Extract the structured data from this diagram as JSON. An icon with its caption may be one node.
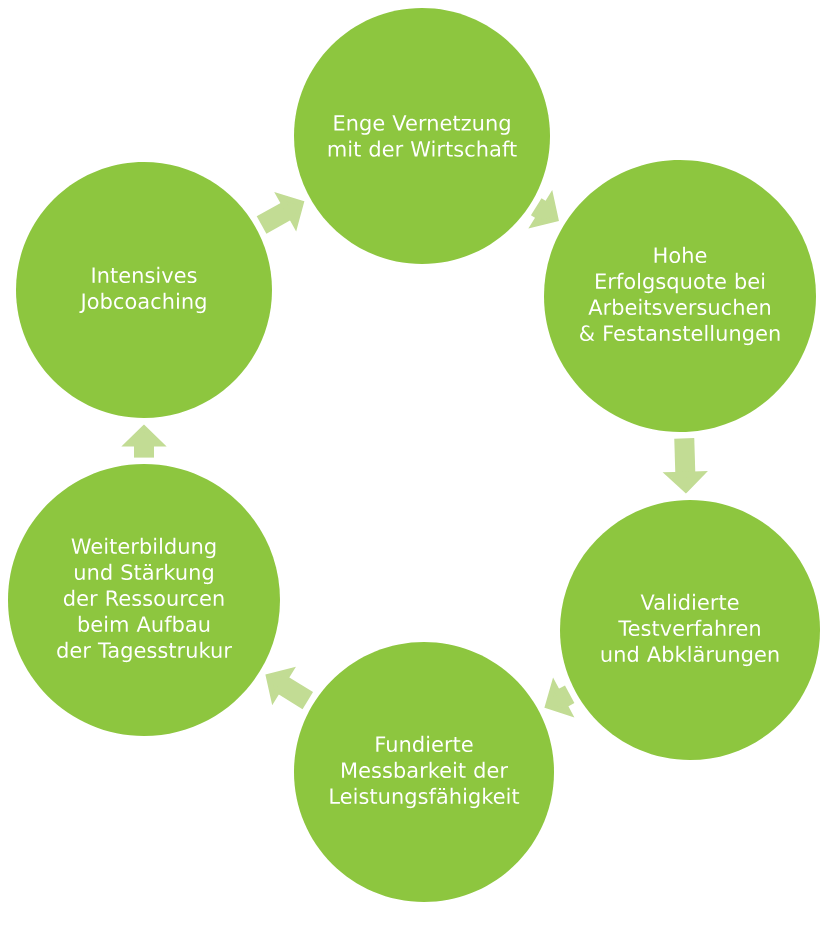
{
  "diagram": {
    "nodes": [
      {
        "text": [
          "Enge Vernetzung mit der Wirtschaft"
        ]
      },
      {
        "text": [
          "Hohe Erfolgsquote bei Arbeitsversuchen & Festanstellungen"
        ]
      },
      {
        "text": [
          "Validierte Testverfahren und Abklärungen"
        ]
      },
      {
        "text": [
          "Fundierte Messbarkeit der Leistungsfähigkeit"
        ]
      },
      {
        "text": [
          "Weiterbildung und Stärkung der Ressourcen beim Aufbau der Tagesstrukur"
        ]
      },
      {
        "text": [
          "Intensives Jobcoaching"
        ]
      }
    ],
    "edges": [
      {
        "from": 5,
        "to": 0,
        "arrow": "to"
      },
      {
        "from": 0,
        "to": 1,
        "arrow": "to"
      },
      {
        "from": 1,
        "to": 2,
        "arrow": "to"
      },
      {
        "from": 2,
        "to": 3,
        "arrow": "to"
      },
      {
        "from": 3,
        "to": 4,
        "arrow": "to"
      },
      {
        "from": 4,
        "to": 5,
        "arrow": "to"
      }
    ]
  }
}
